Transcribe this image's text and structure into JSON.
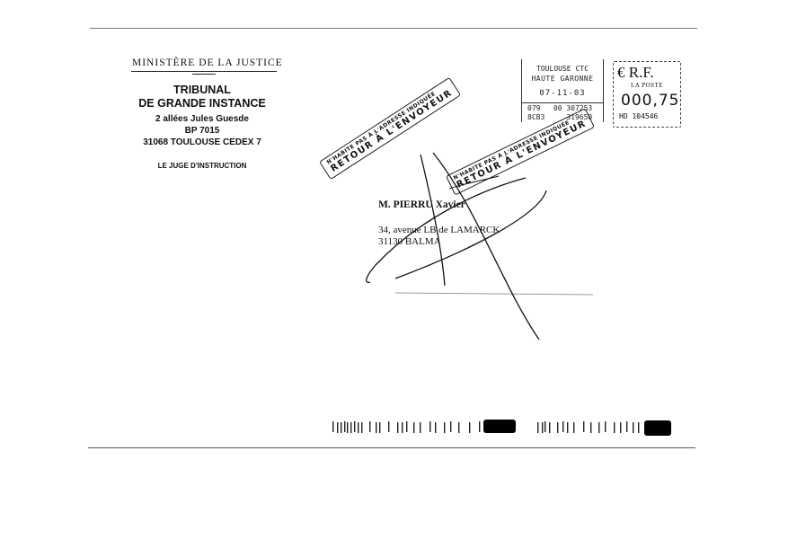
{
  "sender": {
    "ministry": "Ministère de la Justice",
    "court_line1": "TRIBUNAL",
    "court_line2": "DE GRANDE INSTANCE",
    "address": [
      "2 allées Jules Guesde",
      "BP 7015",
      "31068 TOULOUSE CEDEX 7"
    ],
    "office": "LE JUGE D'INSTRUCTION"
  },
  "postmark": {
    "city": "TOULOUSE CTC",
    "region": "HAUTE GARONNE",
    "date": "07-11-03",
    "code_line1": "079   00 307253",
    "code_line2": "8CB3     319650"
  },
  "meter": {
    "rf": "€ R.F.",
    "poste": "LA POSTE",
    "amount": "000,75",
    "serial": "HD 104546"
  },
  "stamps": [
    {
      "small": "N'HABITE PAS À L'ADRESSE INDIQUÉE",
      "big": "RETOUR À L'ENVOYEUR"
    },
    {
      "small": "N'HABITE PAS À L'ADRESSE INDIQUÉE",
      "big": "RETOUR À L'ENVOYEUR"
    }
  ],
  "recipient": {
    "name": "M. PIERRU Xavier",
    "address_line1": "34, avenue LB de LAMARCK",
    "address_line2": "31130 BALMA"
  },
  "colors": {
    "ink": "#111111",
    "paper": "#ffffff",
    "rule": "#777777"
  }
}
